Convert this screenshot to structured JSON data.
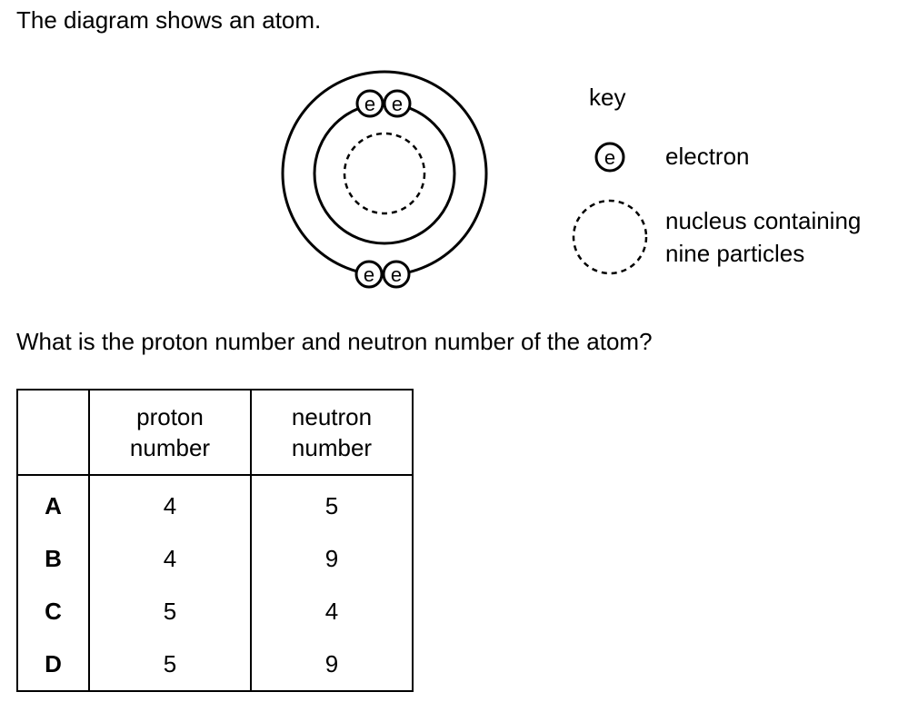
{
  "intro_text": "The diagram shows an atom.",
  "diagram": {
    "electron_symbol": "e",
    "electron_count": 4
  },
  "key": {
    "title": "key",
    "electron_symbol": "e",
    "electron_label": "electron",
    "nucleus_label_line1": "nucleus containing",
    "nucleus_label_line2": "nine particles"
  },
  "question": "What is the proton number and neutron number of the atom?",
  "table": {
    "headers": {
      "proton_line1": "proton",
      "proton_line2": "number",
      "neutron_line1": "neutron",
      "neutron_line2": "number"
    },
    "rows": [
      {
        "option": "A",
        "proton": "4",
        "neutron": "5"
      },
      {
        "option": "B",
        "proton": "4",
        "neutron": "9"
      },
      {
        "option": "C",
        "proton": "5",
        "neutron": "4"
      },
      {
        "option": "D",
        "proton": "5",
        "neutron": "9"
      }
    ]
  }
}
